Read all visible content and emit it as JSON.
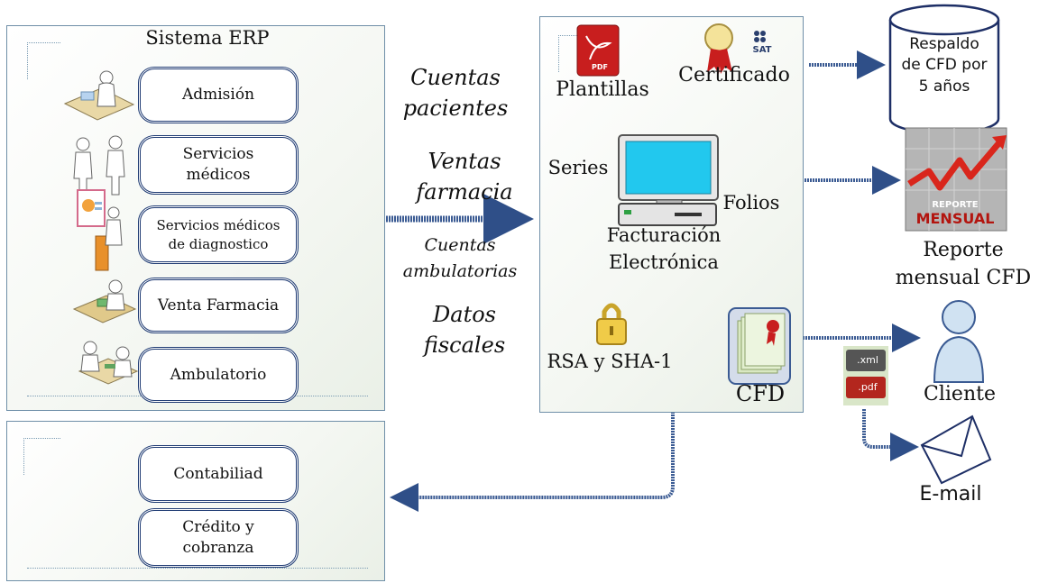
{
  "erp": {
    "title": "Sistema ERP",
    "modules": [
      {
        "label": "Admisión"
      },
      {
        "label": "Servicios\nmédicos"
      },
      {
        "label": "Servicios médicos\nde diagnostico"
      },
      {
        "label": "Venta Farmacia"
      },
      {
        "label": "Ambulatorio"
      }
    ]
  },
  "back_office": {
    "modules": [
      {
        "label": "Contabiliad"
      },
      {
        "label": "Crédito y\ncobranza"
      }
    ]
  },
  "flows": [
    {
      "label": "Cuentas\npacientes"
    },
    {
      "label": "Ventas\nfarmacia"
    },
    {
      "label": "Cuentas\nambulatorias"
    },
    {
      "label": "Datos\nfiscales"
    }
  ],
  "billing": {
    "plantillas": "Plantillas",
    "certificado": "Certificado",
    "series": "Series",
    "folios": "Folios",
    "facturacion": "Facturación\nElectrónica",
    "rsa": "RSA y SHA-1",
    "cfd": "CFD",
    "pdf_badge": "PDF",
    "sat_badge": "SAT"
  },
  "outputs": {
    "respaldo": "Respaldo\nde CFD por\n5 años",
    "reporte_badge_1": "REPORTE",
    "reporte_badge_2": "MENSUAL",
    "reporte": "Reporte\nmensual CFD",
    "cliente": "Cliente",
    "xml_badge": ".xml",
    "pdf_file_badge": ".pdf",
    "email": "E-mail"
  },
  "colors": {
    "arrow": "#3b5b93",
    "module_border": "#1f3b73",
    "panel_border": "#6f8fa8"
  }
}
